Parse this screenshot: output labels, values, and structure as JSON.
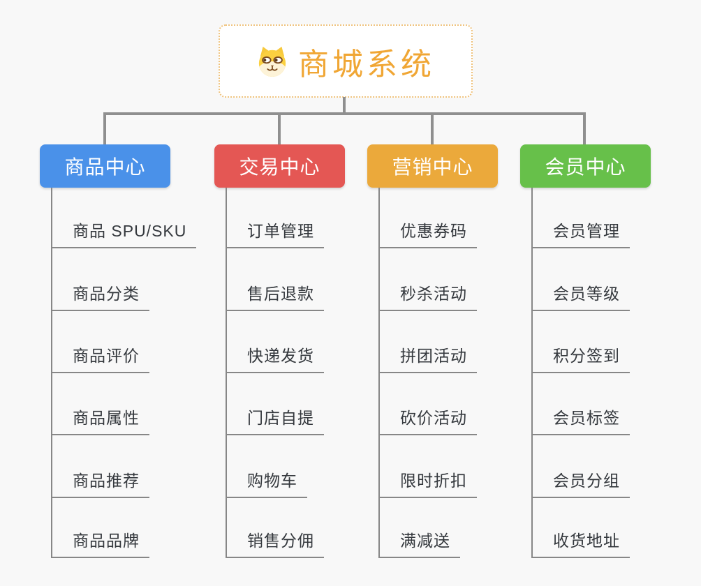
{
  "root": {
    "title": "商城系统",
    "icon": "shiba-dog-icon",
    "title_color": "#f0a634",
    "border_color": "#efc27c"
  },
  "branches": [
    {
      "label": "商品中心",
      "color": "#4a91e9",
      "items": [
        "商品 SPU/SKU",
        "商品分类",
        "商品评价",
        "商品属性",
        "商品推荐",
        "商品品牌"
      ]
    },
    {
      "label": "交易中心",
      "color": "#e45754",
      "items": [
        "订单管理",
        "售后退款",
        "快递发货",
        "门店自提",
        "购物车",
        "销售分佣"
      ]
    },
    {
      "label": "营销中心",
      "color": "#eba93b",
      "items": [
        "优惠券码",
        "秒杀活动",
        "拼团活动",
        "砍价活动",
        "限时折扣",
        "满减送"
      ]
    },
    {
      "label": "会员中心",
      "color": "#67c04a",
      "items": [
        "会员管理",
        "会员等级",
        "积分签到",
        "会员标签",
        "会员分组",
        "收货地址"
      ]
    }
  ],
  "colors": {
    "connector": "#8f8f8f",
    "leaf_line": "#878787",
    "leaf_text": "#34383d",
    "background": "#f8f8f8"
  }
}
